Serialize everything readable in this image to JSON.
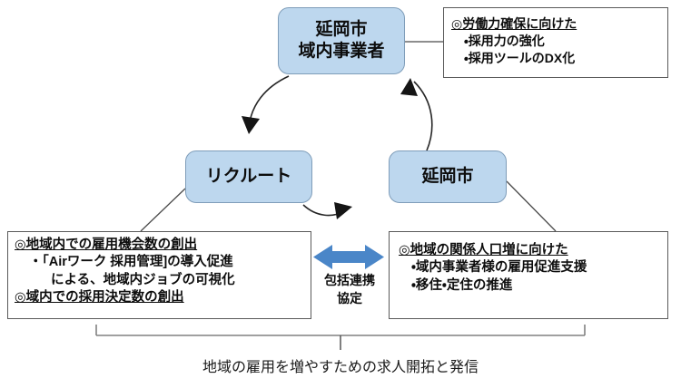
{
  "nodes": {
    "top": {
      "lines": [
        "延岡市",
        "域内事業者"
      ]
    },
    "left": {
      "lines": [
        "リクルート"
      ]
    },
    "right": {
      "lines": [
        "延岡市"
      ]
    }
  },
  "boxes": {
    "top_right": {
      "heading": "◎労働力確保に向けた",
      "items": [
        "・採用力の強化",
        "・採用ツールのDX化"
      ]
    },
    "bottom_left": {
      "heading1": "◎地域内での雇用機会数の創出",
      "item1_line1": "・「Airワーク 採用管理]の導入促進",
      "item1_line2": "による、地域内ジョブの可視化",
      "heading2": "◎域内での採用決定数の創出"
    },
    "bottom_right": {
      "heading": "◎地域の関係人口増に向けた",
      "items": [
        "・域内事業者様の雇用促進支援",
        "・移住・定住の推進"
      ]
    }
  },
  "center": {
    "partnership_line1": "包括連携",
    "partnership_line2": "協定"
  },
  "caption": "地域の雇用を増やすための求人開拓と発信",
  "colors": {
    "node_fill": "#bdd7ee",
    "node_border": "#7f9db9",
    "box_border": "#5a5a5a",
    "arrow_blue": "#4a86c8",
    "cycle_arrow": "#262626",
    "brace": "#808080"
  }
}
